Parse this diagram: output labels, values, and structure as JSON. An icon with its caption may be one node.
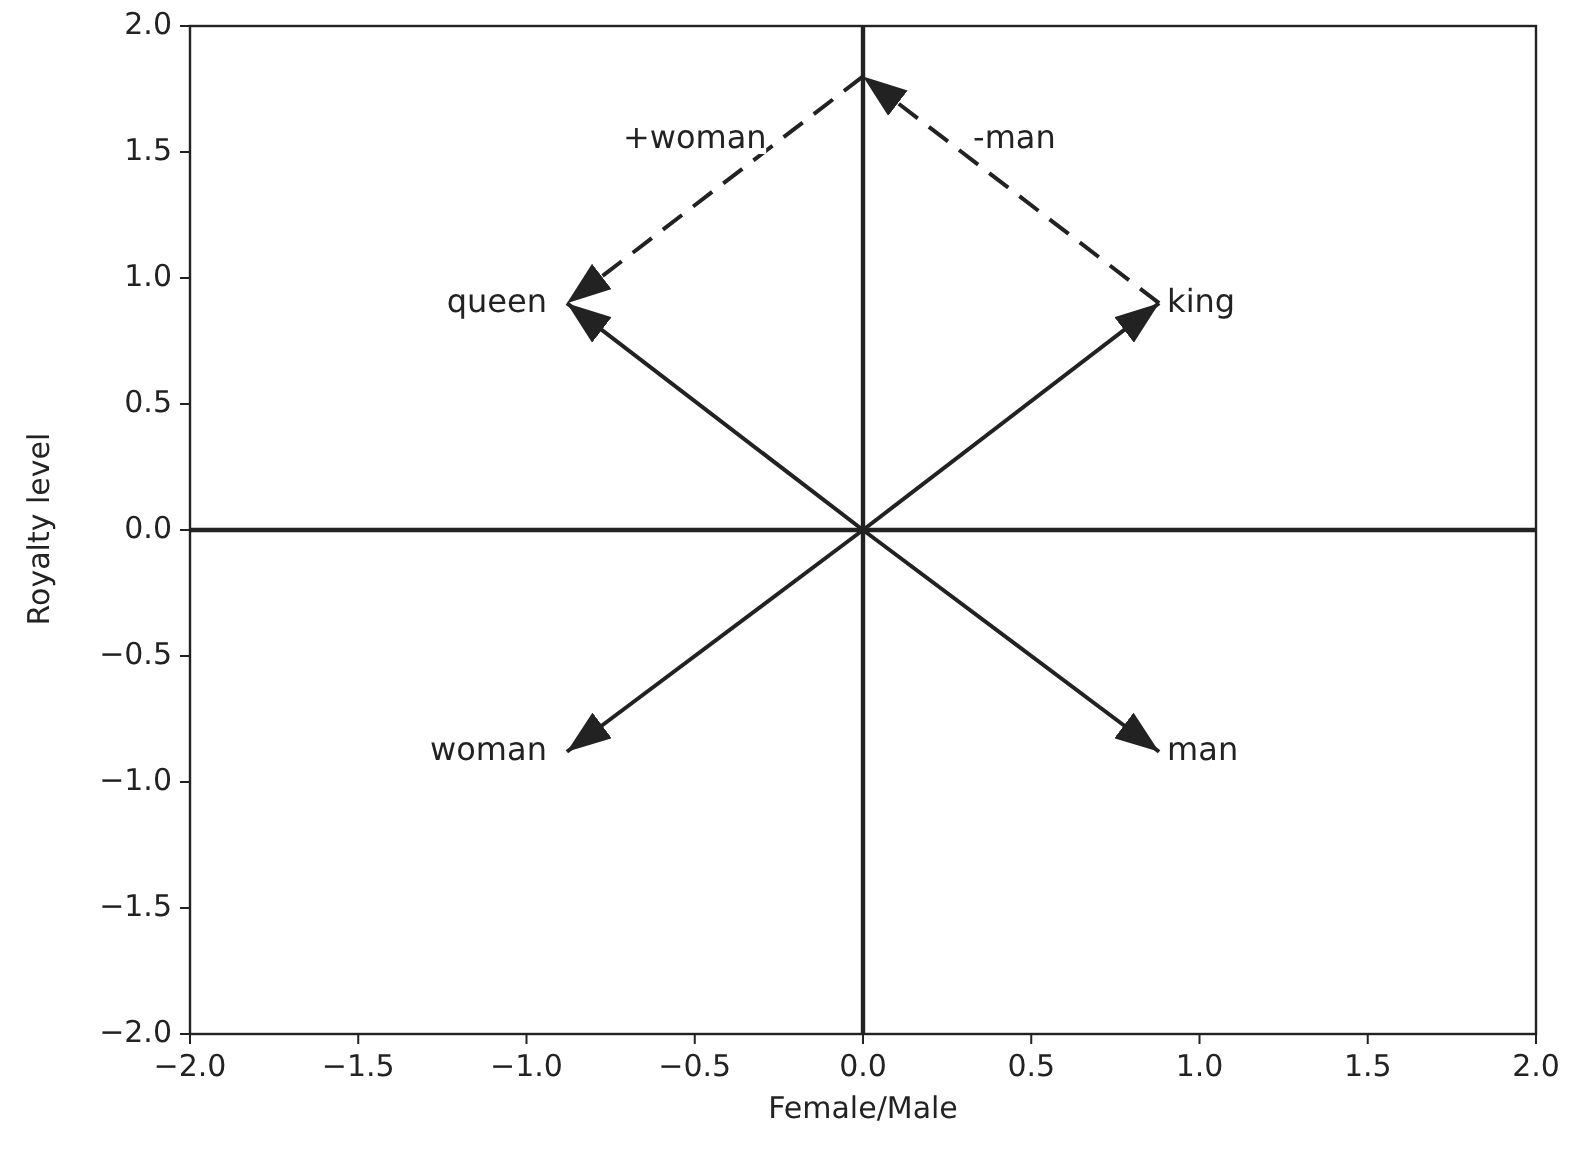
{
  "diagram": {
    "nodes": [
      {
        "text": [
          "queen"
        ]
      },
      {
        "text": [
          "king"
        ]
      },
      {
        "text": [
          "woman"
        ]
      },
      {
        "text": [
          "man"
        ]
      }
    ],
    "edges": [
      {
        "from": null,
        "to": 0,
        "arrow": "to"
      },
      {
        "from": null,
        "to": 1,
        "arrow": "to"
      },
      {
        "from": null,
        "to": 2,
        "arrow": "to"
      },
      {
        "from": null,
        "to": 3,
        "arrow": "to"
      },
      {
        "from": 1,
        "to": null,
        "arrow": "to",
        "label": "-man",
        "style": "dashed"
      },
      {
        "from": null,
        "to": 0,
        "arrow": "to",
        "label": "+woman",
        "style": "dashed"
      }
    ],
    "labels": [
      "2.0",
      "1.5",
      "1.0",
      "0.5",
      "0.0",
      "−0.5",
      "−1.0",
      "−1.5",
      "−2.0",
      "Royalty level",
      "−2.0",
      "−1.5",
      "−1.0",
      "−0.5",
      "0.0",
      "0.5",
      "1.0",
      "1.5",
      "2.0",
      "Female/Male"
    ]
  }
}
